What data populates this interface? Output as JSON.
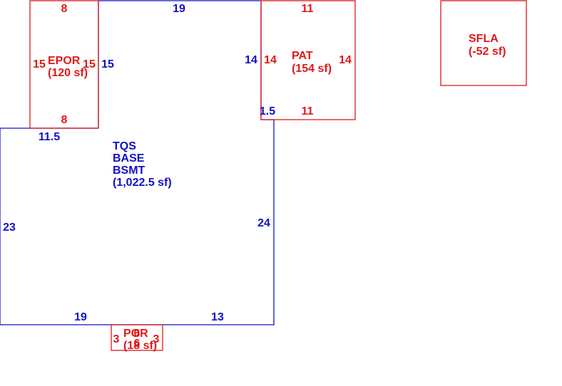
{
  "colors": {
    "main": "#1010c8",
    "accessory": "#e01818"
  },
  "areas": {
    "main": {
      "lines": [
        "TQS",
        "BASE",
        "BSMT"
      ],
      "area": "(1,022.5 sf)"
    },
    "epor": {
      "name": "EPOR",
      "area": "(120 sf)"
    },
    "pat": {
      "name": "PAT",
      "area": "(154 sf)"
    },
    "sfla": {
      "name": "SFLA",
      "area": "(-52 sf)"
    },
    "por": {
      "name": "POR",
      "area": "(18 sf)"
    }
  },
  "dims": {
    "main_top": "19",
    "main_right_upper": "14",
    "main_right_jog": "1.5",
    "main_right_lower": "24",
    "main_bottom_right": "13",
    "main_bottom_left": "19",
    "main_left": "23",
    "main_top_left": "11.5",
    "main_inner": "15",
    "epor_top": "8",
    "epor_bottom": "8",
    "epor_left": "15",
    "epor_right": "15",
    "pat_top": "11",
    "pat_bottom": "11",
    "pat_left": "14",
    "pat_right": "14",
    "por_left": "3",
    "por_right": "3",
    "por_top": "6",
    "por_bottom": "6"
  }
}
